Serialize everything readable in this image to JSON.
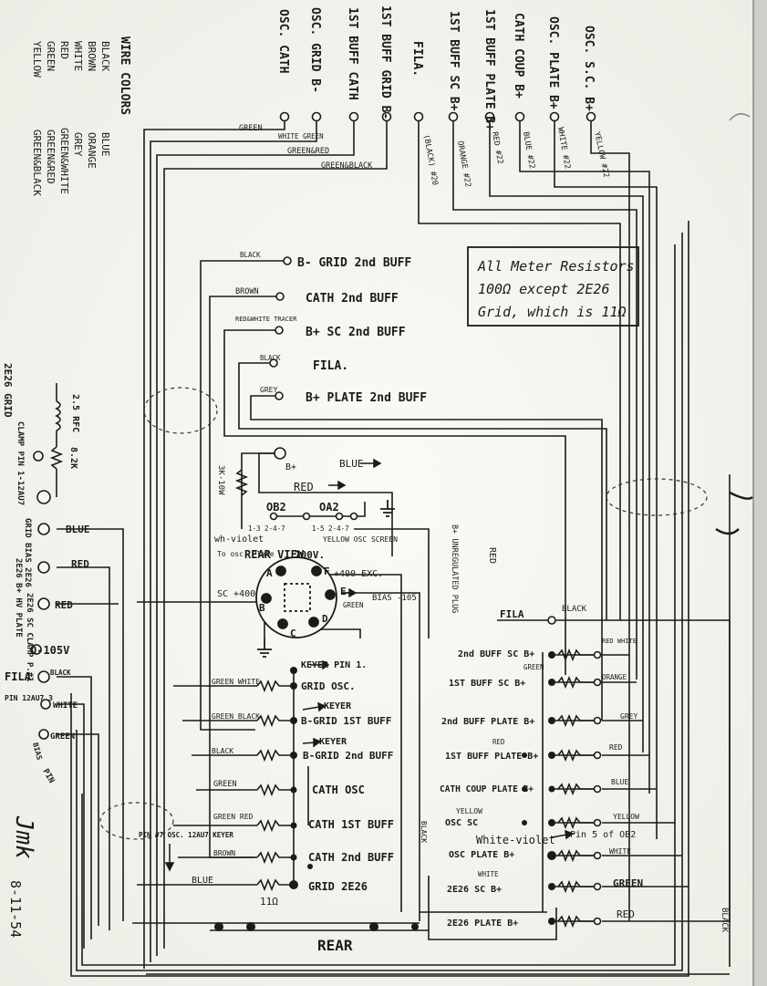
{
  "top_labels": [
    "OSC. S.C. B+",
    "OSC. PLATE B+",
    "CATH COUP B+",
    "1ST BUFF PLATE B+",
    "1ST BUFF SC B+",
    "FILA.",
    "1ST BUFF GRID B-",
    "1ST BUFF CATH",
    "OSC. GRID B-",
    "OSC. CATH"
  ],
  "top_wire_tags": [
    "YELLOW #22",
    "WHITE #22",
    "BLUE #22",
    "RED #22",
    "ORANGE #22",
    "(BLACK) #20",
    "GREEN&BLACK",
    "GREEN&RED",
    "WHITE GREEN",
    "GREEN"
  ],
  "wire_colors_title": "WIRE COLORS",
  "wire_colors_left": [
    "BLACK",
    "BROWN",
    "WHITE",
    "RED",
    "GREEN",
    "YELLOW"
  ],
  "wire_colors_right": [
    "BLUE",
    "ORANGE",
    "GREY",
    "GREEN&WHITE",
    "GREEN&RED",
    "GREEN&BLACK"
  ],
  "note_box": [
    "All Meter Resistors",
    "100Ω except 2E26",
    "Grid, which is 11Ω"
  ],
  "second_buff_rows": [
    {
      "wire": "BLACK",
      "label": "B- GRID 2nd BUFF"
    },
    {
      "wire": "BROWN",
      "label": "CATH 2nd BUFF"
    },
    {
      "wire": "RED&WHITE TRACER",
      "label": "B+ SC 2nd BUFF"
    },
    {
      "wire": "BLACK",
      "label": "FILA."
    },
    {
      "wire": "GREY",
      "label": "B+ PLATE 2nd BUFF"
    }
  ],
  "left_column": {
    "grid_2e26": "2E26 GRID",
    "rfc": "2.5 RFC",
    "clamp": "CLAMP PIN 1-12AU7",
    "resistor": "8.2K",
    "grid_bias": "GRID BIAS 2E26",
    "blue": "BLUE",
    "plate_2e26": "2E26 B+ HV PLATE",
    "red1": "RED",
    "sc_clamp": "2E26 SC CLAMP P.#1",
    "red2": "RED",
    "minus105": "O-105V",
    "fila": "FILA",
    "fila_wire": "BLACK",
    "pin12au7": "PIN 12AU7 3",
    "pin12_wire": "WHITE",
    "bias_wire": "GREEN",
    "bias": "BIAS",
    "pin": "PIN"
  },
  "mid_section": {
    "bplus": "B+",
    "blue": "BLUE",
    "red": "RED",
    "resistor_3k": "3K-10W",
    "ob2": "OB2",
    "oa2": "OA2",
    "ob2_pins": "1-3  2-4-7",
    "oa2_pins": "1-5  2-4-7",
    "yellow_osc": "YELLOW OSC SCREEN",
    "wh_violet": "wh-violet",
    "to_osc_plate": "To osc. Plate",
    "rear_view": "REAR VIEW",
    "v700": "700V.",
    "sc400": "SC +400",
    "exc400": "+400 EXC.",
    "bias105": "BIAS -105",
    "green": "GREEN",
    "pins": [
      "A",
      "F",
      "E",
      "D",
      "C",
      "B"
    ],
    "unregulated": "B+ UNREGULATED PLUG",
    "red_vert": "RED",
    "fila": "FILA",
    "black": "BLACK"
  },
  "left_meter_rows": [
    {
      "wire": "",
      "label": "KEYER PIN 1."
    },
    {
      "wire": "GREEN WHITE",
      "label": "GRID OSC."
    },
    {
      "wire": "",
      "label": "KEYER"
    },
    {
      "wire": "GREEN BLACK",
      "label": "B-GRID 1ST BUFF"
    },
    {
      "wire": "",
      "label": "KEYER"
    },
    {
      "wire": "BLACK",
      "label": "B-GRID 2nd BUFF"
    },
    {
      "wire": "GREEN",
      "label": "CATH OSC"
    },
    {
      "wire": "GREEN RED",
      "label": "CATH 1ST BUFF"
    },
    {
      "wire": "BROWN",
      "label": "CATH 2nd BUFF"
    },
    {
      "wire": "BLUE",
      "label": "GRID 2E26"
    }
  ],
  "pin7_note": "PIN #7 OSC. 12AU7 KEYER",
  "eleven_ohm": "11Ω",
  "right_meter_rows": [
    {
      "label": "2nd BUFF SC B+",
      "wire": "RED WHITE",
      "tag": "GREEN"
    },
    {
      "label": "1ST BUFF SC B+",
      "wire": "ORANGE",
      "tag": ""
    },
    {
      "label": "2nd BUFF PLATE B+",
      "wire": "GREY",
      "tag": ""
    },
    {
      "label": "1ST BUFF PLATE B+",
      "wire": "RED",
      "tag": "RED"
    },
    {
      "label": "CATH COUP PLATE B+",
      "wire": "BLUE",
      "tag": ""
    },
    {
      "label": "OSC SC",
      "wire": "YELLOW",
      "tag": "YELLOW"
    },
    {
      "label": "OSC PLATE B+",
      "wire": "WHITE",
      "tag": "White-violet"
    },
    {
      "label": "2E26 SC B+",
      "wire": "GREEN",
      "tag": "WHITE"
    },
    {
      "label": "2E26 PLATE B+",
      "wire": "RED",
      "tag": ""
    }
  ],
  "pin5_note": "Pin 5 of OB2",
  "rear": "REAR",
  "black_right": "BLACK",
  "black_vert": "BLACK",
  "signature": "Jmk",
  "date": "8-11-54"
}
